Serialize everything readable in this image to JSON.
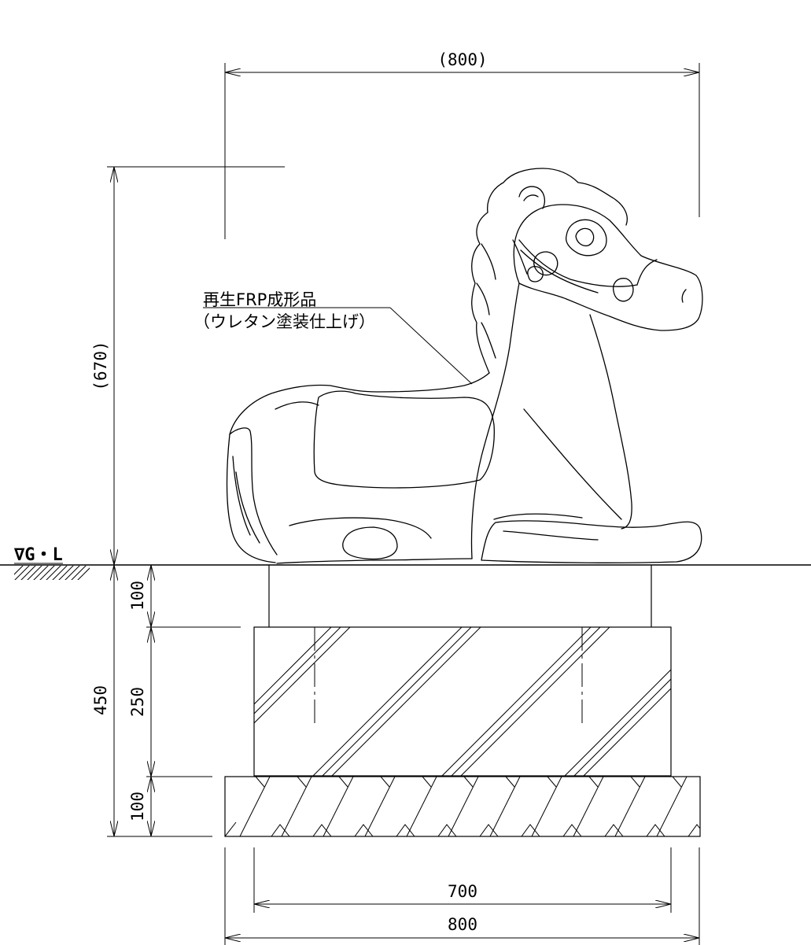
{
  "dimensions": {
    "top_width": "(800)",
    "total_height": "(670)",
    "foundation_depth": "450",
    "pedestal_height": "100",
    "block_height": "250",
    "base_height": "100",
    "block_width": "700",
    "base_width": "800"
  },
  "material_note": {
    "line1": "再生FRP成形品",
    "line2": "（ウレタン塗装仕上げ）"
  },
  "ground_level": "∇G・L"
}
